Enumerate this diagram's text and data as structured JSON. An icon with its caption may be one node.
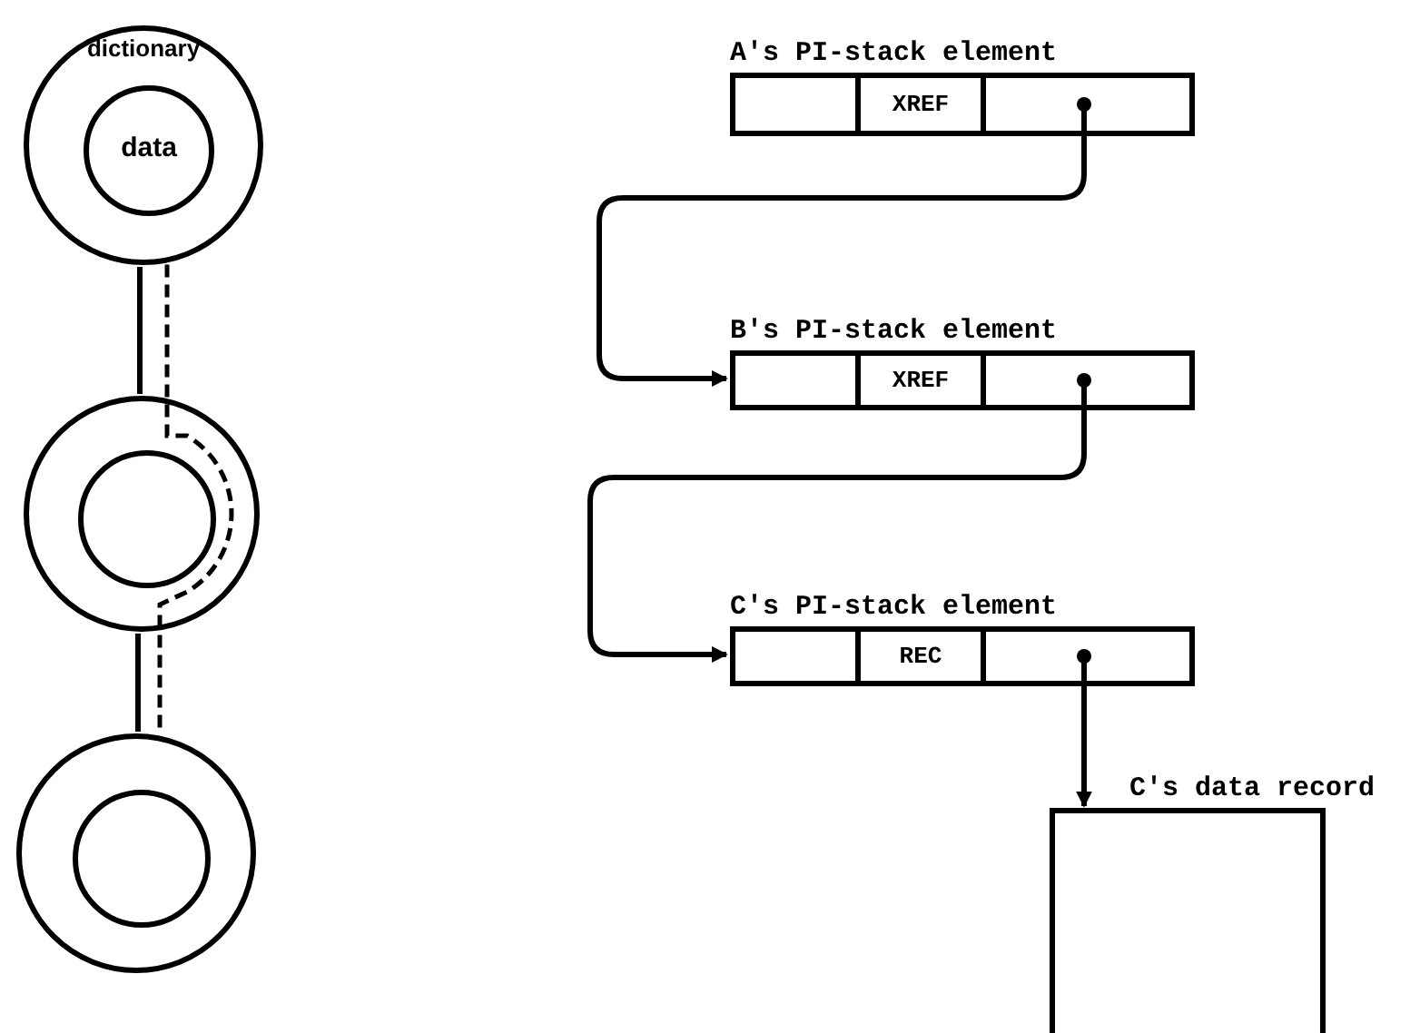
{
  "diagram": {
    "nodes": [
      {
        "text": [
          "dictionary"
        ]
      },
      {
        "text": [
          "data"
        ],
        "in": 0
      },
      {
        "text": [],
        "shape": "circle"
      },
      {
        "text": [],
        "shape": "circle",
        "in": 2
      },
      {
        "text": [],
        "shape": "circle"
      },
      {
        "text": [],
        "shape": "circle",
        "in": 4
      },
      {
        "text": [
          "A's PI-stack element",
          "XREF"
        ]
      },
      {
        "text": [
          "B's PI-stack element",
          "XREF"
        ]
      },
      {
        "text": [
          "C's PI-stack element",
          "REC"
        ]
      },
      {
        "text": [
          "C's data record"
        ]
      }
    ],
    "edges": [
      {
        "from": 0,
        "to": 2,
        "arrow": "none"
      },
      {
        "from": 2,
        "to": 4,
        "arrow": "none"
      },
      {
        "from": 0,
        "to": 4,
        "arrow": "none",
        "style": "dashed"
      },
      {
        "from": 6,
        "to": 7,
        "arrow": "to"
      },
      {
        "from": 7,
        "to": 8,
        "arrow": "to"
      },
      {
        "from": 8,
        "to": 9,
        "arrow": "to"
      }
    ]
  }
}
